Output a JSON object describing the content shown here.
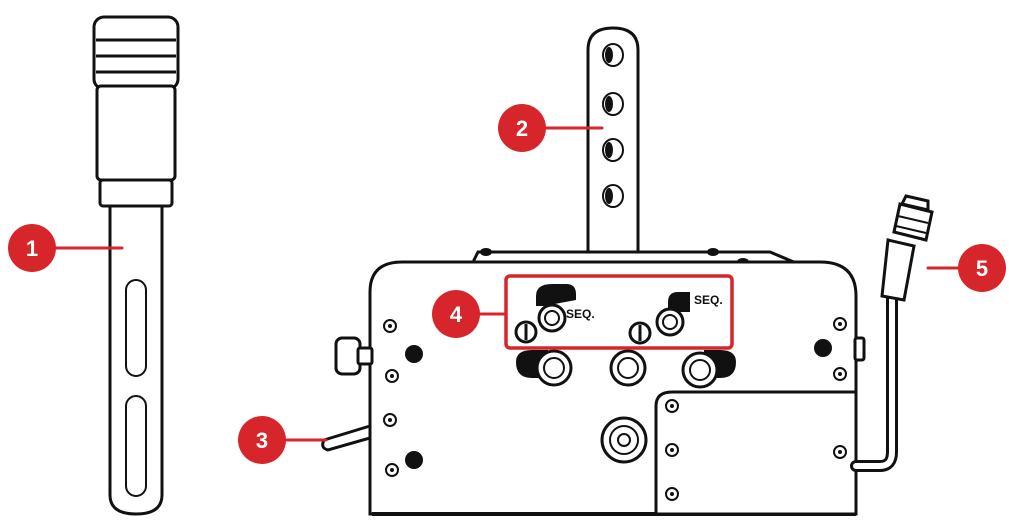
{
  "figure": {
    "callouts": [
      {
        "number": "1"
      },
      {
        "number": "2"
      },
      {
        "number": "3"
      },
      {
        "number": "4"
      },
      {
        "number": "5"
      }
    ],
    "labels": {
      "seq_left": "SEQ.",
      "seq_right": "SEQ."
    },
    "colors": {
      "callout_fill": "#d7262b",
      "outline": "#111111",
      "background": "#ffffff"
    }
  }
}
